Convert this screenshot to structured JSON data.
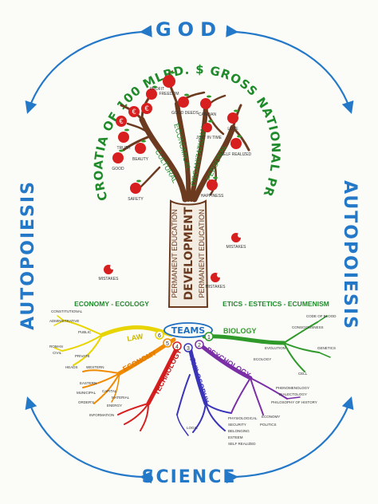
{
  "frame": {
    "top": "GOD",
    "bottom": "SCIENCE",
    "left": "AUTOPOIESIS",
    "right": "AUTOPOIESIS"
  },
  "canopy": {
    "arc_title": "CROATIA OF 100 MLRD. $ GROSS NATIONAL PRODUCT",
    "branch_labels": [
      "CULTURAL",
      "ECONOMICAL",
      "ORGANIZATIONAL",
      "PERSONAL"
    ],
    "apple_labels": [
      "FREEDOM",
      "PROFIT",
      "GOOD DEEDS",
      "CAN BAN",
      "LOVE",
      "JUST IN TIME",
      "SELF REALIZED",
      "HAPPINESS",
      "TRUTH",
      "BEAUTY",
      "GOOD",
      "SAFETY"
    ]
  },
  "trunk": {
    "main": "DEVELOPMENT",
    "side_left": "PERMANENT EDUCATION",
    "side_right": "PERMANENT EDUCATION"
  },
  "apple_mistakes": {
    "left": "MISTAKES",
    "right_top": "MISTAKES",
    "right_bottom": "MISTAKES"
  },
  "ground": {
    "left": "ECONOMY - ECOLOGY",
    "right": "ETICS - ESTETICS - ECUMENISM"
  },
  "roots": {
    "center": "TEAMS",
    "numbers": [
      "1",
      "2",
      "3",
      "4",
      "5",
      "6"
    ],
    "main": [
      {
        "label": "LAW",
        "color": "#e8d400"
      },
      {
        "label": "ECONOMY",
        "color": "#f08a00"
      },
      {
        "label": "TECHNOLOGY",
        "color": "#d62020"
      },
      {
        "label": "PHILOSOPHY",
        "color": "#3a34b8"
      },
      {
        "label": "PSYCHOLOGY",
        "color": "#7b2fa6"
      },
      {
        "label": "BIOLOGY",
        "color": "#2f9a2a"
      }
    ],
    "law_sub": [
      "CONSTITUTIONAL",
      "ADMINISTRATIVE",
      "PUBLIC",
      "ROMAN",
      "CIVIL",
      "PRIVATE",
      "HEADS"
    ],
    "economy_sub": [
      "WESTERN",
      "EASTERN",
      "MUNICIPAL",
      "CAPITAL",
      "ORDER'S"
    ],
    "technology_sub": [
      "MATERIAL",
      "ENERGY",
      "INFORMATION"
    ],
    "philosophy_sub": [
      "PHYSIOLOGICAL",
      "SECURITY",
      "BELONGING",
      "ESTEEM",
      "SELF REALIZED",
      "LOGIC"
    ],
    "psychology_sub": [
      "PHENOMENOLOGY",
      "DIALECTOLOGY",
      "ECONOMY",
      "POLITICS",
      "PHILOSOPHY OF HISTORY"
    ],
    "biology_sub": [
      "CODE OF BLOOD",
      "CONSCIOUSNESS",
      "EVOLUTION",
      "ECOLOGY",
      "GENETICS",
      "CELL"
    ]
  },
  "colors": {
    "frame_blue": "#2478c8",
    "canopy_green": "#1f8a2a",
    "trunk_brown": "#6b3a1f",
    "apple_red": "#d81f1f",
    "teams_blue": "#1f6fc0"
  }
}
